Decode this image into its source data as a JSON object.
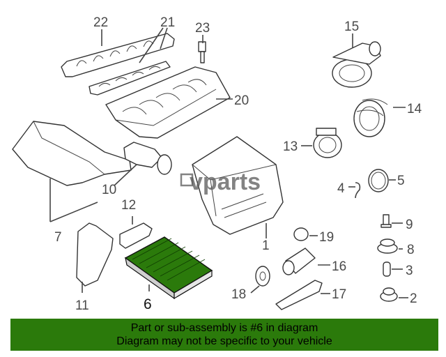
{
  "watermark": "vparts",
  "callouts": {
    "c1": "1",
    "c2": "2",
    "c3": "3",
    "c4": "4",
    "c5": "5",
    "c6": "6",
    "c7": "7",
    "c8": "8",
    "c9": "9",
    "c10": "10",
    "c11": "11",
    "c12": "12",
    "c13": "13",
    "c14": "14",
    "c15": "15",
    "c16": "16",
    "c17": "17",
    "c18": "18",
    "c19": "19",
    "c20": "20",
    "c21": "21",
    "c22": "22",
    "c23": "23"
  },
  "highlight_color": "#2b7a0b",
  "footer": {
    "line1": "Part or sub-assembly is #6 in diagram",
    "line2": "Diagram may not be specific to your vehicle"
  }
}
